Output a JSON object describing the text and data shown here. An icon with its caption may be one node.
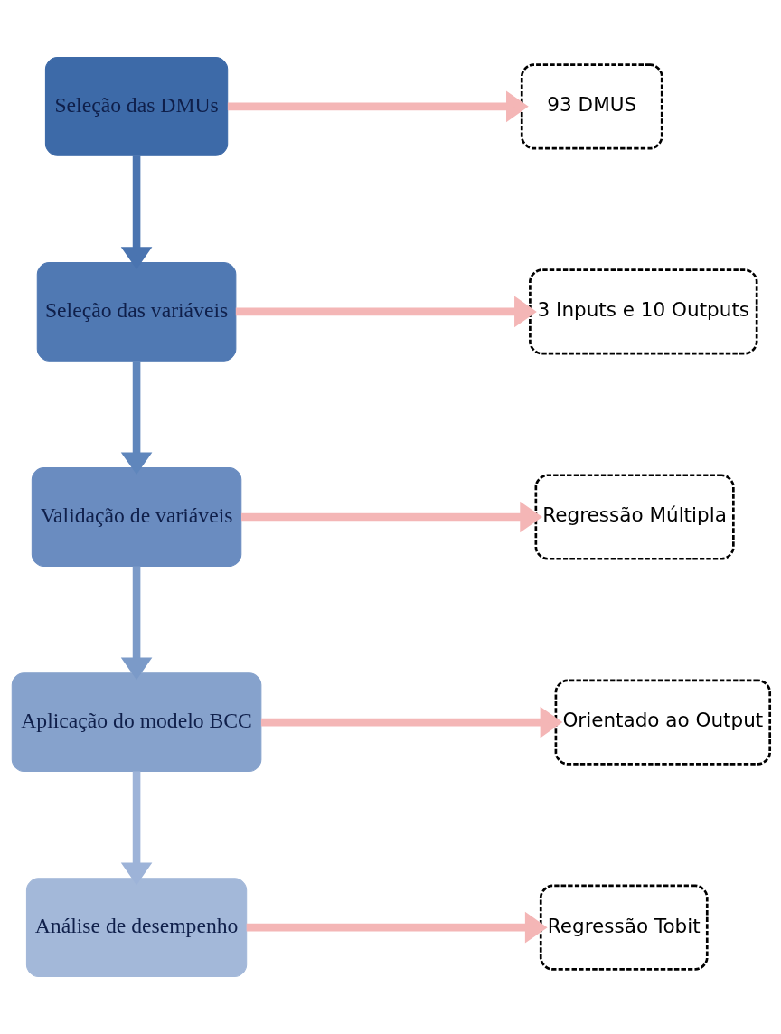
{
  "diagram": {
    "nodes": [
      {
        "text": [
          "Seleção das DMUs"
        ]
      },
      {
        "text": [
          "Seleção das variáveis"
        ]
      },
      {
        "text": [
          "Validação de variáveis"
        ]
      },
      {
        "text": [
          "Aplicação do modelo BCC"
        ]
      },
      {
        "text": [
          "Análise de desempenho"
        ]
      },
      {
        "text": [
          "93 DMUS"
        ]
      },
      {
        "text": [
          "3 Inputs e 10 Outputs"
        ]
      },
      {
        "text": [
          "Regressão Múltipla"
        ]
      },
      {
        "text": [
          "Orientado ao Output"
        ]
      },
      {
        "text": [
          "Regressão Tobit"
        ]
      }
    ],
    "edges": [
      {
        "from": 0,
        "to": 5,
        "arrow": "to"
      },
      {
        "from": 0,
        "to": 1,
        "arrow": "to",
        "color": "#4a74b0"
      },
      {
        "from": 1,
        "to": 6,
        "arrow": "to"
      },
      {
        "from": 1,
        "to": 2,
        "arrow": "to",
        "color": "#5f86bc"
      },
      {
        "from": 2,
        "to": 7,
        "arrow": "to"
      },
      {
        "from": 2,
        "to": 3,
        "arrow": "to",
        "color": "#7b9ac8"
      },
      {
        "from": 3,
        "to": 8,
        "arrow": "to"
      },
      {
        "from": 3,
        "to": 4,
        "arrow": "to",
        "color": "#9db3d8"
      },
      {
        "from": 4,
        "to": 9,
        "arrow": "to"
      }
    ]
  }
}
